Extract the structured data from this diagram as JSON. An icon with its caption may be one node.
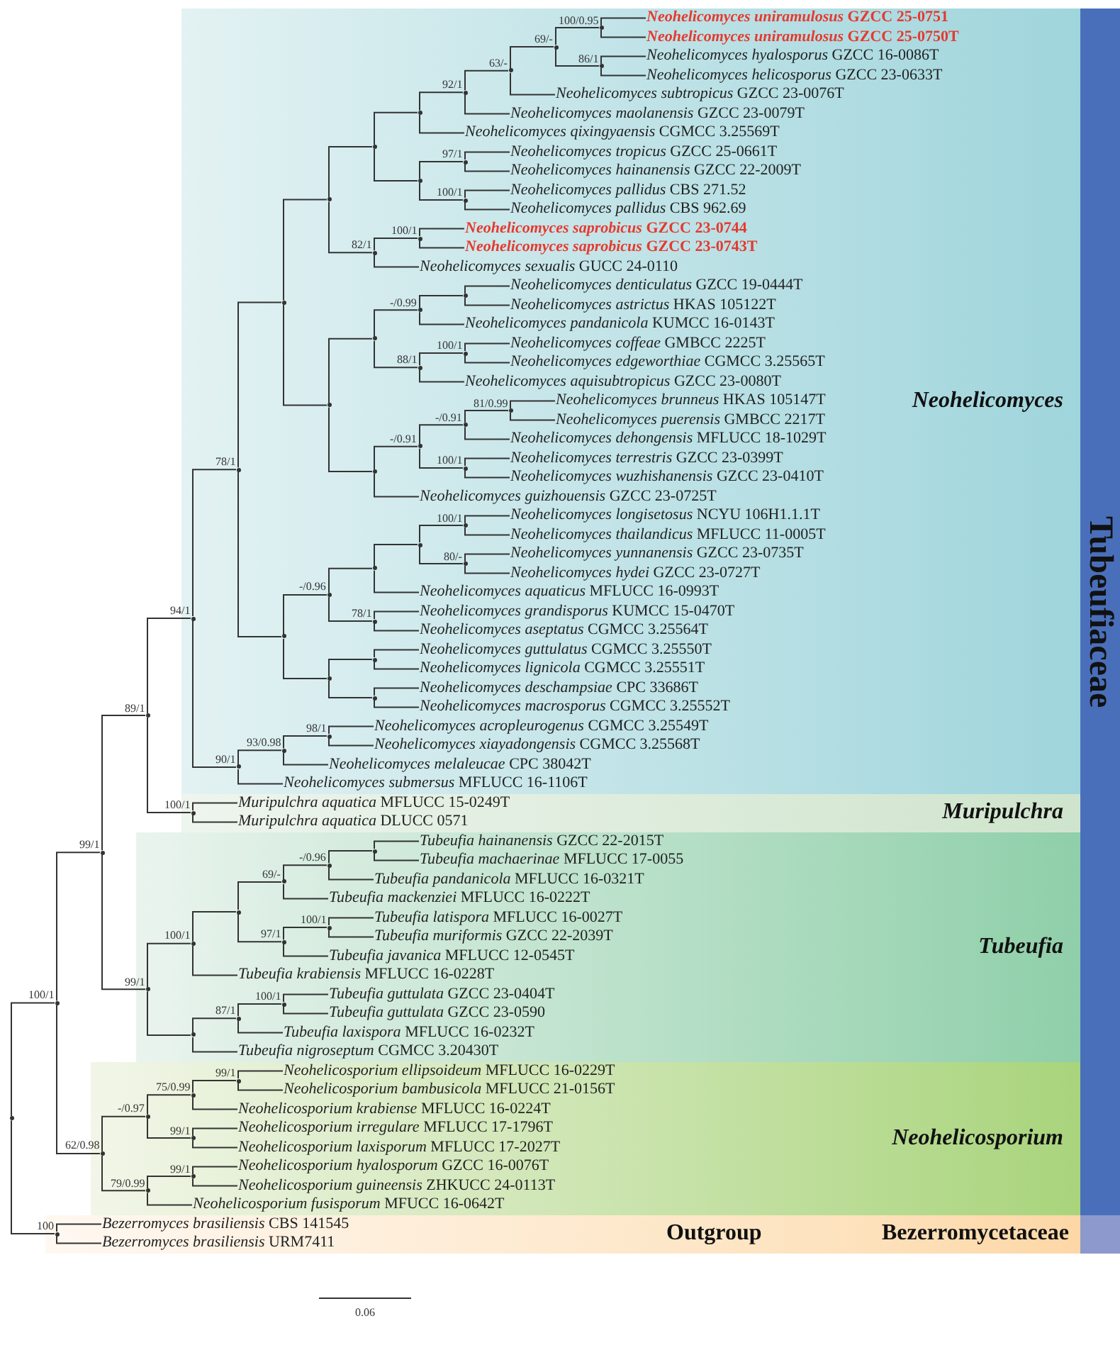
{
  "diagram": {
    "nodes": [
      {
        "text": [
          "Neohelicomyces"
        ]
      },
      {
        "text": [
          "Muripulchra"
        ]
      },
      {
        "text": [
          "Tubeufia"
        ]
      },
      {
        "text": [
          "Neohelicosporium"
        ]
      },
      {
        "text": [
          "Outgroup"
        ]
      },
      {
        "text": [
          "Tubeufiaceae"
        ]
      },
      {
        "text": [
          "Bezerromycetaceae"
        ]
      },
      {
        "text": [],
        "shape": "point"
      },
      {
        "text": [],
        "shape": "point",
        "beside": [
          "100/1"
        ]
      },
      {
        "text": [],
        "shape": "point",
        "beside": [
          "99/1"
        ]
      },
      {
        "text": [],
        "shape": "point",
        "beside": [
          "89/1"
        ]
      },
      {
        "text": [],
        "shape": "point",
        "beside": [
          "94/1"
        ],
        "in": 0
      },
      {
        "text": [],
        "shape": "point",
        "beside": [
          "78/1"
        ],
        "in": 0
      },
      {
        "text": [],
        "shape": "point",
        "in": 0
      },
      {
        "text": [],
        "shape": "point",
        "in": 0
      },
      {
        "text": [],
        "shape": "point",
        "in": 0
      },
      {
        "text": [],
        "shape": "point",
        "in": 0
      },
      {
        "text": [],
        "shape": "point",
        "beside": [
          "92/1"
        ],
        "in": 0
      },
      {
        "text": [],
        "shape": "point",
        "beside": [
          "63/-"
        ],
        "in": 0
      },
      {
        "text": [],
        "shape": "point",
        "beside": [
          "69/-"
        ],
        "in": 0
      },
      {
        "text": [],
        "shape": "point",
        "beside": [
          "100/0.95"
        ],
        "in": 0
      },
      {
        "text": [
          "*Neohelicomyces uniramulosus* GZCC 25-0751"
        ],
        "in": 0
      },
      {
        "text": [
          "*Neohelicomyces uniramulosus* GZCC 25-0750T"
        ],
        "in": 0
      },
      {
        "text": [],
        "shape": "point",
        "beside": [
          "86/1"
        ],
        "in": 0
      },
      {
        "text": [
          "*Neohelicomyces hyalosporus* GZCC 16-0086T"
        ],
        "in": 0
      },
      {
        "text": [
          "*Neohelicomyces helicosporus* GZCC 23-0633T"
        ],
        "in": 0
      },
      {
        "text": [
          "*Neohelicomyces subtropicus* GZCC 23-0076T"
        ],
        "in": 0
      },
      {
        "text": [
          "*Neohelicomyces maolanensis* GZCC 23-0079T"
        ],
        "in": 0
      },
      {
        "text": [
          "*Neohelicomyces qixingyaensis* CGMCC 3.25569T"
        ],
        "in": 0
      },
      {
        "text": [],
        "shape": "point",
        "in": 0
      },
      {
        "text": [],
        "shape": "point",
        "beside": [
          "97/1"
        ],
        "in": 0
      },
      {
        "text": [
          "*Neohelicomyces tropicus* GZCC 25-0661T"
        ],
        "in": 0
      },
      {
        "text": [
          "*Neohelicomyces hainanensis* GZCC 22-2009T"
        ],
        "in": 0
      },
      {
        "text": [],
        "shape": "point",
        "beside": [
          "100/1"
        ],
        "in": 0
      },
      {
        "text": [
          "*Neohelicomyces pallidus* CBS 271.52"
        ],
        "in": 0
      },
      {
        "text": [
          "*Neohelicomyces pallidus* CBS 962.69"
        ],
        "in": 0
      },
      {
        "text": [],
        "shape": "point",
        "beside": [
          "82/1"
        ],
        "in": 0
      },
      {
        "text": [],
        "shape": "point",
        "beside": [
          "100/1"
        ],
        "in": 0
      },
      {
        "text": [
          "*Neohelicomyces saprobicus* GZCC 23-0744"
        ],
        "in": 0
      },
      {
        "text": [
          "*Neohelicomyces saprobicus* GZCC 23-0743T"
        ],
        "in": 0
      },
      {
        "text": [
          "*Neohelicomyces sexualis* GUCC 24-0110"
        ],
        "in": 0
      },
      {
        "text": [],
        "shape": "point",
        "in": 0
      },
      {
        "text": [],
        "shape": "point",
        "in": 0
      },
      {
        "text": [],
        "shape": "point",
        "beside": [
          "-/0.99"
        ],
        "in": 0
      },
      {
        "text": [],
        "shape": "point",
        "in": 0
      },
      {
        "text": [
          "*Neohelicomyces denticulatus* GZCC 19-0444T"
        ],
        "in": 0
      },
      {
        "text": [
          "*Neohelicomyces astrictus* HKAS 105122T"
        ],
        "in": 0
      },
      {
        "text": [
          "*Neohelicomyces pandanicola* KUMCC 16-0143T"
        ],
        "in": 0
      },
      {
        "text": [],
        "shape": "point",
        "beside": [
          "88/1"
        ],
        "in": 0
      },
      {
        "text": [],
        "shape": "point",
        "beside": [
          "100/1"
        ],
        "in": 0
      },
      {
        "text": [
          "*Neohelicomyces coffeae* GMBCC 2225T"
        ],
        "in": 0
      },
      {
        "text": [
          "*Neohelicomyces edgeworthiae* CGMCC 3.25565T"
        ],
        "in": 0
      },
      {
        "text": [
          "*Neohelicomyces aquisubtropicus* GZCC 23-0080T"
        ],
        "in": 0
      },
      {
        "text": [],
        "shape": "point",
        "in": 0
      },
      {
        "text": [],
        "shape": "point",
        "beside": [
          "-/0.91"
        ],
        "in": 0
      },
      {
        "text": [],
        "shape": "point",
        "beside": [
          "-/0.91"
        ],
        "in": 0
      },
      {
        "text": [],
        "shape": "point",
        "beside": [
          "81/0.99"
        ],
        "in": 0
      },
      {
        "text": [
          "*Neohelicomyces brunneus* HKAS 105147T"
        ],
        "in": 0
      },
      {
        "text": [
          "*Neohelicomyces puerensis* GMBCC 2217T"
        ],
        "in": 0
      },
      {
        "text": [
          "*Neohelicomyces dehongensis* MFLUCC 18-1029T"
        ],
        "in": 0
      },
      {
        "text": [],
        "shape": "point",
        "beside": [
          "100/1"
        ],
        "in": 0
      },
      {
        "text": [
          "*Neohelicomyces terrestris* GZCC 23-0399T"
        ],
        "in": 0
      },
      {
        "text": [
          "*Neohelicomyces wuzhishanensis* GZCC 23-0410T"
        ],
        "in": 0
      },
      {
        "text": [
          "*Neohelicomyces guizhouensis* GZCC 23-0725T"
        ],
        "in": 0
      },
      {
        "text": [],
        "shape": "point",
        "in": 0
      },
      {
        "text": [],
        "shape": "point",
        "beside": [
          "-/0.96"
        ],
        "in": 0
      },
      {
        "text": [],
        "shape": "point",
        "in": 0
      },
      {
        "text": [],
        "shape": "point",
        "in": 0
      },
      {
        "text": [],
        "shape": "point",
        "beside": [
          "100/1"
        ],
        "in": 0
      },
      {
        "text": [
          "*Neohelicomyces longisetosus* NCYU 106H1.1.1T"
        ],
        "in": 0
      },
      {
        "text": [
          "*Neohelicomyces thailandicus* MFLUCC 11-0005T"
        ],
        "in": 0
      },
      {
        "text": [],
        "shape": "point",
        "beside": [
          "80/-"
        ],
        "in": 0
      },
      {
        "text": [
          "*Neohelicomyces yunnanensis* GZCC 23-0735T"
        ],
        "in": 0
      },
      {
        "text": [
          "*Neohelicomyces hydei* GZCC 23-0727T"
        ],
        "in": 0
      },
      {
        "text": [
          "*Neohelicomyces aquaticus* MFLUCC 16-0993T"
        ],
        "in": 0
      },
      {
        "text": [],
        "shape": "point",
        "beside": [
          "78/1"
        ],
        "in": 0
      },
      {
        "text": [
          "*Neohelicomyces grandisporus* KUMCC 15-0470T"
        ],
        "in": 0
      },
      {
        "text": [
          "*Neohelicomyces aseptatus* CGMCC 3.25564T"
        ],
        "in": 0
      },
      {
        "text": [],
        "shape": "point",
        "in": 0
      },
      {
        "text": [],
        "shape": "point",
        "in": 0
      },
      {
        "text": [
          "*Neohelicomyces guttulatus* CGMCC 3.25550T"
        ],
        "in": 0
      },
      {
        "text": [
          "*Neohelicomyces lignicola* CGMCC 3.25551T"
        ],
        "in": 0
      },
      {
        "text": [],
        "shape": "point",
        "in": 0
      },
      {
        "text": [
          "*Neohelicomyces deschampsiae* CPC 33686T"
        ],
        "in": 0
      },
      {
        "text": [
          "*Neohelicomyces macrosporus* CGMCC 3.25552T"
        ],
        "in": 0
      },
      {
        "text": [],
        "shape": "point",
        "beside": [
          "90/1"
        ],
        "in": 0
      },
      {
        "text": [],
        "shape": "point",
        "beside": [
          "93/0.98"
        ],
        "in": 0
      },
      {
        "text": [],
        "shape": "point",
        "beside": [
          "98/1"
        ],
        "in": 0
      },
      {
        "text": [
          "*Neohelicomyces acropleurogenus* CGMCC 3.25549T"
        ],
        "in": 0
      },
      {
        "text": [
          "*Neohelicomyces xiayadongensis* CGMCC 3.25568T"
        ],
        "in": 0
      },
      {
        "text": [
          "*Neohelicomyces melaleucae* CPC 38042T"
        ],
        "in": 0
      },
      {
        "text": [
          "*Neohelicomyces submersus* MFLUCC 16-1106T"
        ],
        "in": 0
      },
      {
        "text": [],
        "shape": "point",
        "beside": [
          "100/1"
        ],
        "in": 1
      },
      {
        "text": [
          "*Muripulchra aquatica* MFLUCC 15-0249T"
        ],
        "in": 1
      },
      {
        "text": [
          "*Muripulchra aquatica* DLUCC 0571"
        ],
        "in": 1
      },
      {
        "text": [],
        "shape": "point",
        "beside": [
          "99/1"
        ],
        "in": 2
      },
      {
        "text": [],
        "shape": "point",
        "beside": [
          "100/1"
        ],
        "in": 2
      },
      {
        "text": [],
        "shape": "point",
        "in": 2
      },
      {
        "text": [],
        "shape": "point",
        "beside": [
          "69/-"
        ],
        "in": 2
      },
      {
        "text": [],
        "shape": "point",
        "beside": [
          "-/0.96"
        ],
        "in": 2
      },
      {
        "text": [],
        "shape": "point",
        "in": 2
      },
      {
        "text": [
          "*Tubeufia hainanensis* GZCC 22-2015T"
        ],
        "in": 2
      },
      {
        "text": [
          "*Tubeufia machaerinae* MFLUCC 17-0055"
        ],
        "in": 2
      },
      {
        "text": [
          "*Tubeufia pandanicola* MFLUCC 16-0321T"
        ],
        "in": 2
      },
      {
        "text": [
          "*Tubeufia mackenziei* MFLUCC 16-0222T"
        ],
        "in": 2
      },
      {
        "text": [],
        "shape": "point",
        "beside": [
          "97/1"
        ],
        "in": 2
      },
      {
        "text": [],
        "shape": "point",
        "beside": [
          "100/1"
        ],
        "in": 2
      },
      {
        "text": [
          "*Tubeufia latispora* MFLUCC 16-0027T"
        ],
        "in": 2
      },
      {
        "text": [
          "*Tubeufia muriformis* GZCC 22-2039T"
        ],
        "in": 2
      },
      {
        "text": [
          "*Tubeufia javanica* MFLUCC 12-0545T"
        ],
        "in": 2
      },
      {
        "text": [
          "*Tubeufia krabiensis* MFLUCC 16-0228T"
        ],
        "in": 2
      },
      {
        "text": [],
        "shape": "point",
        "in": 2
      },
      {
        "text": [],
        "shape": "point",
        "beside": [
          "87/1"
        ],
        "in": 2
      },
      {
        "text": [],
        "shape": "point",
        "beside": [
          "100/1"
        ],
        "in": 2
      },
      {
        "text": [
          "*Tubeufia guttulata* GZCC 23-0404T"
        ],
        "in": 2
      },
      {
        "text": [
          "*Tubeufia guttulata* GZCC 23-0590"
        ],
        "in": 2
      },
      {
        "text": [
          "*Tubeufia laxispora* MFLUCC 16-0232T"
        ],
        "in": 2
      },
      {
        "text": [
          "*Tubeufia nigroseptum* CGMCC 3.20430T"
        ],
        "in": 2
      },
      {
        "text": [],
        "shape": "point",
        "beside": [
          "62/0.98"
        ],
        "in": 3
      },
      {
        "text": [],
        "shape": "point",
        "beside": [
          "-/0.97"
        ],
        "in": 3
      },
      {
        "text": [],
        "shape": "point",
        "beside": [
          "75/0.99"
        ],
        "in": 3
      },
      {
        "text": [],
        "shape": "point",
        "beside": [
          "99/1"
        ],
        "in": 3
      },
      {
        "text": [
          "*Neohelicosporium ellipsoideum* MFLUCC 16-0229T"
        ],
        "in": 3
      },
      {
        "text": [
          "*Neohelicosporium bambusicola* MFLUCC 21-0156T"
        ],
        "in": 3
      },
      {
        "text": [
          "*Neohelicosporium krabiense* MFLUCC 16-0224T"
        ],
        "in": 3
      },
      {
        "text": [],
        "shape": "point",
        "beside": [
          "99/1"
        ],
        "in": 3
      },
      {
        "text": [
          "*Neohelicosporium irregulare* MFLUCC 17-1796T"
        ],
        "in": 3
      },
      {
        "text": [
          "*Neohelicosporium laxisporum* MFLUCC 17-2027T"
        ],
        "in": 3
      },
      {
        "text": [],
        "shape": "point",
        "beside": [
          "79/0.99"
        ],
        "in": 3
      },
      {
        "text": [],
        "shape": "point",
        "beside": [
          "99/1"
        ],
        "in": 3
      },
      {
        "text": [
          "*Neohelicosporium hyalosporum* GZCC 16-0076T"
        ],
        "in": 3
      },
      {
        "text": [
          "*Neohelicosporium guineensis* ZHKUCC 24-0113T"
        ],
        "in": 3
      },
      {
        "text": [
          "*Neohelicosporium fusisporum* MFUCC 16-0642T"
        ],
        "in": 3
      },
      {
        "text": [],
        "shape": "point",
        "beside": [
          "100"
        ],
        "in": 4
      },
      {
        "text": [
          "*Bezerromyces brasiliensis* CBS 141545"
        ],
        "in": 4
      },
      {
        "text": [
          "*Bezerromyces brasiliensis* URM7411"
        ],
        "in": 4
      }
    ],
    "edges": [
      {
        "from": 7,
        "to": 8,
        "arrow": "none"
      },
      {
        "from": 8,
        "to": 9,
        "arrow": "none"
      },
      {
        "from": 9,
        "to": 10,
        "arrow": "none"
      },
      {
        "from": 10,
        "to": 11,
        "arrow": "none"
      },
      {
        "from": 11,
        "to": 12,
        "arrow": "none"
      },
      {
        "from": 12,
        "to": 13,
        "arrow": "none"
      },
      {
        "from": 13,
        "to": 14,
        "arrow": "none"
      },
      {
        "from": 14,
        "to": 15,
        "arrow": "none"
      },
      {
        "from": 15,
        "to": 16,
        "arrow": "none"
      },
      {
        "from": 16,
        "to": 17,
        "arrow": "none"
      },
      {
        "from": 17,
        "to": 18,
        "arrow": "none"
      },
      {
        "from": 18,
        "to": 19,
        "arrow": "none"
      },
      {
        "from": 19,
        "to": 20,
        "arrow": "none"
      },
      {
        "from": 20,
        "to": 21,
        "arrow": "none"
      },
      {
        "from": 20,
        "to": 22,
        "arrow": "none"
      },
      {
        "from": 19,
        "to": 23,
        "arrow": "none"
      },
      {
        "from": 23,
        "to": 24,
        "arrow": "none"
      },
      {
        "from": 23,
        "to": 25,
        "arrow": "none"
      },
      {
        "from": 18,
        "to": 26,
        "arrow": "none"
      },
      {
        "from": 17,
        "to": 27,
        "arrow": "none"
      },
      {
        "from": 16,
        "to": 28,
        "arrow": "none"
      },
      {
        "from": 15,
        "to": 29,
        "arrow": "none"
      },
      {
        "from": 29,
        "to": 30,
        "arrow": "none"
      },
      {
        "from": 30,
        "to": 31,
        "arrow": "none"
      },
      {
        "from": 30,
        "to": 32,
        "arrow": "none"
      },
      {
        "from": 29,
        "to": 33,
        "arrow": "none"
      },
      {
        "from": 33,
        "to": 34,
        "arrow": "none"
      },
      {
        "from": 33,
        "to": 35,
        "arrow": "none"
      },
      {
        "from": 14,
        "to": 36,
        "arrow": "none"
      },
      {
        "from": 36,
        "to": 37,
        "arrow": "none"
      },
      {
        "from": 37,
        "to": 38,
        "arrow": "none"
      },
      {
        "from": 37,
        "to": 39,
        "arrow": "none"
      },
      {
        "from": 36,
        "to": 40,
        "arrow": "none"
      },
      {
        "from": 13,
        "to": 41,
        "arrow": "none"
      },
      {
        "from": 41,
        "to": 42,
        "arrow": "none"
      },
      {
        "from": 42,
        "to": 43,
        "arrow": "none"
      },
      {
        "from": 43,
        "to": 44,
        "arrow": "none"
      },
      {
        "from": 44,
        "to": 45,
        "arrow": "none"
      },
      {
        "from": 44,
        "to": 46,
        "arrow": "none"
      },
      {
        "from": 43,
        "to": 47,
        "arrow": "none"
      },
      {
        "from": 42,
        "to": 48,
        "arrow": "none"
      },
      {
        "from": 48,
        "to": 49,
        "arrow": "none"
      },
      {
        "from": 49,
        "to": 50,
        "arrow": "none"
      },
      {
        "from": 49,
        "to": 51,
        "arrow": "none"
      },
      {
        "from": 48,
        "to": 52,
        "arrow": "none"
      },
      {
        "from": 41,
        "to": 53,
        "arrow": "none"
      },
      {
        "from": 53,
        "to": 54,
        "arrow": "none"
      },
      {
        "from": 54,
        "to": 55,
        "arrow": "none"
      },
      {
        "from": 55,
        "to": 56,
        "arrow": "none"
      },
      {
        "from": 56,
        "to": 57,
        "arrow": "none"
      },
      {
        "from": 56,
        "to": 58,
        "arrow": "none"
      },
      {
        "from": 55,
        "to": 59,
        "arrow": "none"
      },
      {
        "from": 54,
        "to": 60,
        "arrow": "none"
      },
      {
        "from": 60,
        "to": 61,
        "arrow": "none"
      },
      {
        "from": 60,
        "to": 62,
        "arrow": "none"
      },
      {
        "from": 53,
        "to": 63,
        "arrow": "none"
      },
      {
        "from": 12,
        "to": 64,
        "arrow": "none"
      },
      {
        "from": 64,
        "to": 65,
        "arrow": "none"
      },
      {
        "from": 65,
        "to": 66,
        "arrow": "none"
      },
      {
        "from": 66,
        "to": 67,
        "arrow": "none"
      },
      {
        "from": 67,
        "to": 68,
        "arrow": "none"
      },
      {
        "from": 68,
        "to": 69,
        "arrow": "none"
      },
      {
        "from": 68,
        "to": 70,
        "arrow": "none"
      },
      {
        "from": 67,
        "to": 71,
        "arrow": "none"
      },
      {
        "from": 71,
        "to": 72,
        "arrow": "none"
      },
      {
        "from": 71,
        "to": 73,
        "arrow": "none"
      },
      {
        "from": 66,
        "to": 74,
        "arrow": "none"
      },
      {
        "from": 65,
        "to": 75,
        "arrow": "none"
      },
      {
        "from": 75,
        "to": 76,
        "arrow": "none"
      },
      {
        "from": 75,
        "to": 77,
        "arrow": "none"
      },
      {
        "from": 64,
        "to": 78,
        "arrow": "none"
      },
      {
        "from": 78,
        "to": 79,
        "arrow": "none"
      },
      {
        "from": 79,
        "to": 80,
        "arrow": "none"
      },
      {
        "from": 79,
        "to": 81,
        "arrow": "none"
      },
      {
        "from": 78,
        "to": 82,
        "arrow": "none"
      },
      {
        "from": 82,
        "to": 83,
        "arrow": "none"
      },
      {
        "from": 82,
        "to": 84,
        "arrow": "none"
      },
      {
        "from": 11,
        "to": 85,
        "arrow": "none"
      },
      {
        "from": 85,
        "to": 86,
        "arrow": "none"
      },
      {
        "from": 86,
        "to": 87,
        "arrow": "none"
      },
      {
        "from": 87,
        "to": 88,
        "arrow": "none"
      },
      {
        "from": 87,
        "to": 89,
        "arrow": "none"
      },
      {
        "from": 86,
        "to": 90,
        "arrow": "none"
      },
      {
        "from": 85,
        "to": 91,
        "arrow": "none"
      },
      {
        "from": 10,
        "to": 92,
        "arrow": "none"
      },
      {
        "from": 92,
        "to": 93,
        "arrow": "none"
      },
      {
        "from": 92,
        "to": 94,
        "arrow": "none"
      },
      {
        "from": 9,
        "to": 95,
        "arrow": "none"
      },
      {
        "from": 95,
        "to": 96,
        "arrow": "none"
      },
      {
        "from": 96,
        "to": 97,
        "arrow": "none"
      },
      {
        "from": 97,
        "to": 98,
        "arrow": "none"
      },
      {
        "from": 98,
        "to": 99,
        "arrow": "none"
      },
      {
        "from": 99,
        "to": 100,
        "arrow": "none"
      },
      {
        "from": 100,
        "to": 101,
        "arrow": "none"
      },
      {
        "from": 100,
        "to": 102,
        "arrow": "none"
      },
      {
        "from": 99,
        "to": 103,
        "arrow": "none"
      },
      {
        "from": 98,
        "to": 104,
        "arrow": "none"
      },
      {
        "from": 97,
        "to": 105,
        "arrow": "none"
      },
      {
        "from": 105,
        "to": 106,
        "arrow": "none"
      },
      {
        "from": 106,
        "to": 107,
        "arrow": "none"
      },
      {
        "from": 106,
        "to": 108,
        "arrow": "none"
      },
      {
        "from": 105,
        "to": 109,
        "arrow": "none"
      },
      {
        "from": 96,
        "to": 110,
        "arrow": "none"
      },
      {
        "from": 95,
        "to": 111,
        "arrow": "none"
      },
      {
        "from": 111,
        "to": 112,
        "arrow": "none"
      },
      {
        "from": 112,
        "to": 113,
        "arrow": "none"
      },
      {
        "from": 113,
        "to": 114,
        "arrow": "none"
      },
      {
        "from": 113,
        "to": 115,
        "arrow": "none"
      },
      {
        "from": 112,
        "to": 116,
        "arrow": "none"
      },
      {
        "from": 111,
        "to": 117,
        "arrow": "none"
      },
      {
        "from": 8,
        "to": 118,
        "arrow": "none"
      },
      {
        "from": 118,
        "to": 119,
        "arrow": "none"
      },
      {
        "from": 119,
        "to": 120,
        "arrow": "none"
      },
      {
        "from": 120,
        "to": 121,
        "arrow": "none"
      },
      {
        "from": 121,
        "to": 122,
        "arrow": "none"
      },
      {
        "from": 121,
        "to": 123,
        "arrow": "none"
      },
      {
        "from": 120,
        "to": 124,
        "arrow": "none"
      },
      {
        "from": 119,
        "to": 125,
        "arrow": "none"
      },
      {
        "from": 125,
        "to": 126,
        "arrow": "none"
      },
      {
        "from": 125,
        "to": 127,
        "arrow": "none"
      },
      {
        "from": 118,
        "to": 128,
        "arrow": "none"
      },
      {
        "from": 128,
        "to": 129,
        "arrow": "none"
      },
      {
        "from": 129,
        "to": 130,
        "arrow": "none"
      },
      {
        "from": 129,
        "to": 131,
        "arrow": "none"
      },
      {
        "from": 128,
        "to": 132,
        "arrow": "none"
      },
      {
        "from": 7,
        "to": 133,
        "arrow": "none"
      },
      {
        "from": 133,
        "to": 134,
        "arrow": "none"
      },
      {
        "from": 133,
        "to": 135,
        "arrow": "none"
      }
    ],
    "labels": [
      "0.06"
    ]
  }
}
